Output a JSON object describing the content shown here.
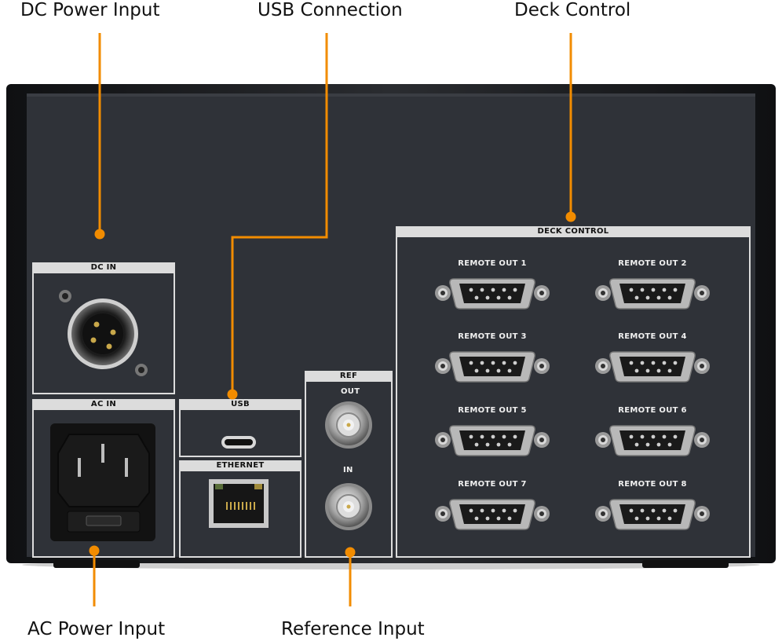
{
  "callouts": {
    "dc_power_input": "DC Power Input",
    "usb_connection": "USB Connection",
    "deck_control": "Deck Control",
    "ac_power_input": "AC Power Input",
    "reference_input": "Reference Input"
  },
  "panel": {
    "dc_in": "DC IN",
    "ac_in": "AC IN",
    "usb": "USB",
    "ethernet": "ETHERNET",
    "ref": "REF",
    "ref_out": "OUT",
    "ref_in": "IN",
    "deck_control": "DECK CONTROL",
    "remote_outs": [
      "REMOTE OUT 1",
      "REMOTE OUT 2",
      "REMOTE OUT 3",
      "REMOTE OUT 4",
      "REMOTE OUT 5",
      "REMOTE OUT 6",
      "REMOTE OUT 7",
      "REMOTE OUT 8"
    ]
  },
  "colors": {
    "accent": "#f28c00",
    "panel": "#2f3238",
    "frame": "#1c1d20",
    "label_bg": "#dcdcdc"
  }
}
